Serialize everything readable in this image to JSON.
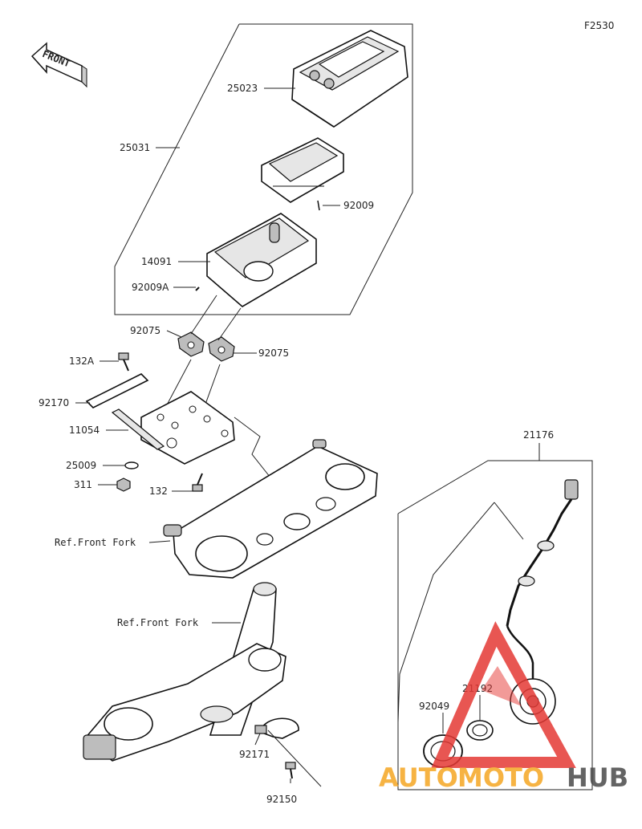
{
  "figure_code": "F2530",
  "front_label": "FRONT",
  "ref_labels": {
    "upper": "Ref.Front Fork",
    "lower": "Ref.Front Fork"
  },
  "parts": [
    {
      "id": "25023"
    },
    {
      "id": "25031"
    },
    {
      "id": "92009"
    },
    {
      "id": "14091"
    },
    {
      "id": "92009A"
    },
    {
      "id": "92075"
    },
    {
      "id": "92075"
    },
    {
      "id": "132A"
    },
    {
      "id": "92170"
    },
    {
      "id": "11054"
    },
    {
      "id": "25009"
    },
    {
      "id": "311"
    },
    {
      "id": "132"
    },
    {
      "id": "21176"
    },
    {
      "id": "21192"
    },
    {
      "id": "92049"
    },
    {
      "id": "92171"
    },
    {
      "id": "92150"
    }
  ],
  "watermark": {
    "part1": "AUTO",
    "part2": "MOTO",
    "part3": "HUB"
  },
  "colors": {
    "watermark_orange": "#f5a623",
    "watermark_dark": "#4a4a4a",
    "watermark_red": "#e53935"
  }
}
